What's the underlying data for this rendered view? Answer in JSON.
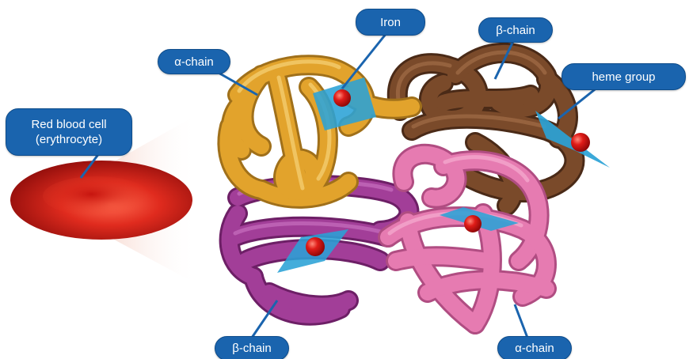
{
  "labels": {
    "red_blood_cell": "Red blood cell\n(erythrocyte)",
    "iron": "Iron",
    "beta_chain_top": "β-chain",
    "alpha_chain_top": "α-chain",
    "heme_group": "heme group",
    "beta_chain_bottom": "β-chain",
    "alpha_chain_bottom": "α-chain"
  },
  "colors": {
    "alpha_chain_gold": "#e2a32c",
    "beta_chain_brown": "#7a4a2a",
    "beta_chain_purple": "#a23e98",
    "alpha_chain_pink": "#e67bb1",
    "heme_plane": "#2aa2d6",
    "iron_atom": "#d01818",
    "red_blood_cell": "#d4261c",
    "label_box": "#1a64ae",
    "label_text": "#ffffff"
  }
}
